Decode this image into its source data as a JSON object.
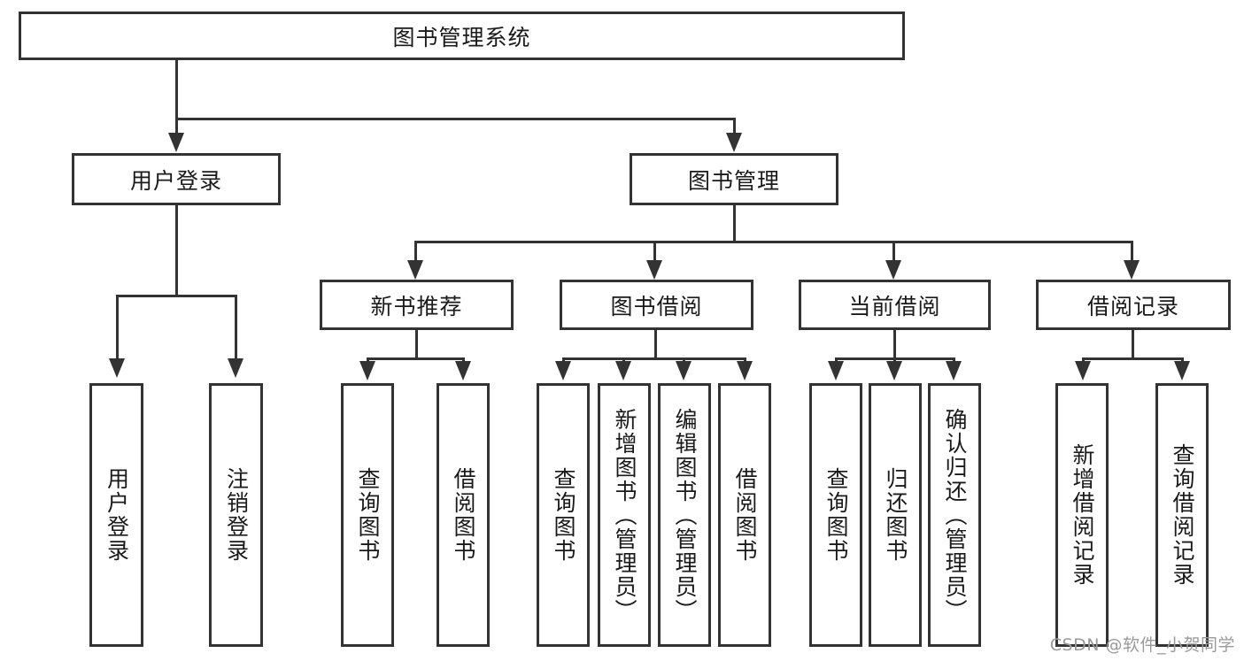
{
  "diagram": {
    "title_node": {
      "label": "图书管理系统"
    },
    "level2": [
      {
        "id": "user-login",
        "label": "用户登录"
      },
      {
        "id": "book-management",
        "label": "图书管理"
      }
    ],
    "level3": [
      {
        "id": "new-book-recommendation",
        "label": "新书推荐"
      },
      {
        "id": "book-borrowing",
        "label": "图书借阅"
      },
      {
        "id": "current-borrowing",
        "label": "当前借阅"
      },
      {
        "id": "borrowing-records",
        "label": "借阅记录"
      }
    ],
    "leaves": {
      "user_login": [
        {
          "id": "user-login-leaf",
          "label": "用户登录"
        },
        {
          "id": "logout-leaf",
          "label": "注销登录"
        }
      ],
      "new_book_recommendation": [
        {
          "id": "query-books-1",
          "label": "查询图书"
        },
        {
          "id": "borrow-books-1",
          "label": "借阅图书"
        }
      ],
      "book_borrowing": [
        {
          "id": "query-books-2",
          "label": "查询图书"
        },
        {
          "id": "add-book-admin",
          "label": "新增图书（管理员）"
        },
        {
          "id": "edit-book-admin",
          "label": "编辑图书（管理员）"
        },
        {
          "id": "borrow-books-2",
          "label": "借阅图书"
        }
      ],
      "current_borrowing": [
        {
          "id": "query-books-3",
          "label": "查询图书"
        },
        {
          "id": "return-books",
          "label": "归还图书"
        },
        {
          "id": "confirm-return-admin",
          "label": "确认归还（管理员）"
        }
      ],
      "borrowing_records": [
        {
          "id": "add-borrow-record",
          "label": "新增借阅记录"
        },
        {
          "id": "query-borrow-record",
          "label": "查询借阅记录"
        }
      ]
    }
  },
  "watermark": {
    "text": "CSDN @软件_小贺同学"
  },
  "colors": {
    "stroke": "#333333",
    "background": "#ffffff",
    "text": "#1a1a1a",
    "watermark": "#9a9a9a"
  }
}
